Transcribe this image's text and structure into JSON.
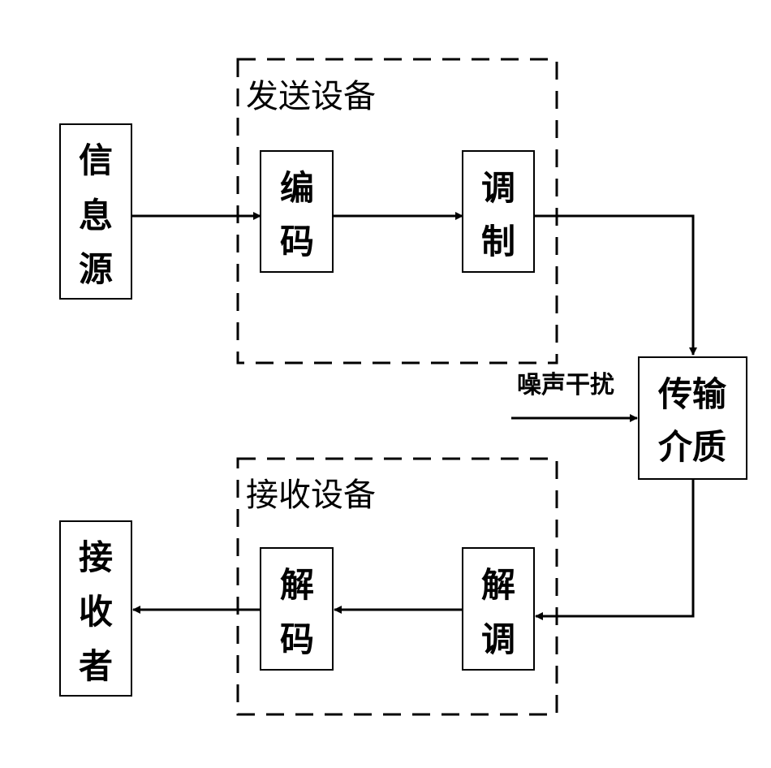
{
  "groups": {
    "send": "发送设备",
    "receive": "接收设备"
  },
  "nodes": {
    "source": [
      "信",
      "息",
      "源"
    ],
    "encode": [
      "编",
      "码"
    ],
    "modulate": [
      "调",
      "制"
    ],
    "medium": [
      "传输",
      "介质"
    ],
    "demodulate": [
      "解",
      "调"
    ],
    "decode": [
      "解",
      "码"
    ],
    "receiver": [
      "接",
      "收",
      "者"
    ]
  },
  "noise_label": "噪声干扰"
}
